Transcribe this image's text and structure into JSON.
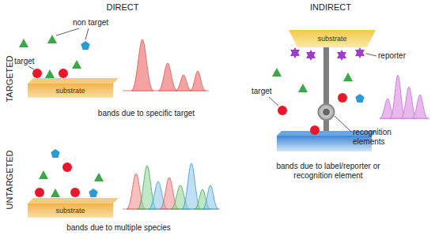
{
  "diagram": {
    "nodes": [
      {
        "text": [
          "substrate"
        ]
      },
      {
        "text": [
          "substrate"
        ]
      },
      {
        "text": [
          "substrate"
        ]
      }
    ],
    "labels": [
      "DIRECT",
      "INDIRECT",
      "TARGETED",
      "UNTARGETED",
      "target",
      "non target",
      "bands due to specific target",
      "reporter",
      "target",
      "recognition elements",
      "bands due to label/reporter or recognition element",
      "bands due to multiple species"
    ]
  }
}
